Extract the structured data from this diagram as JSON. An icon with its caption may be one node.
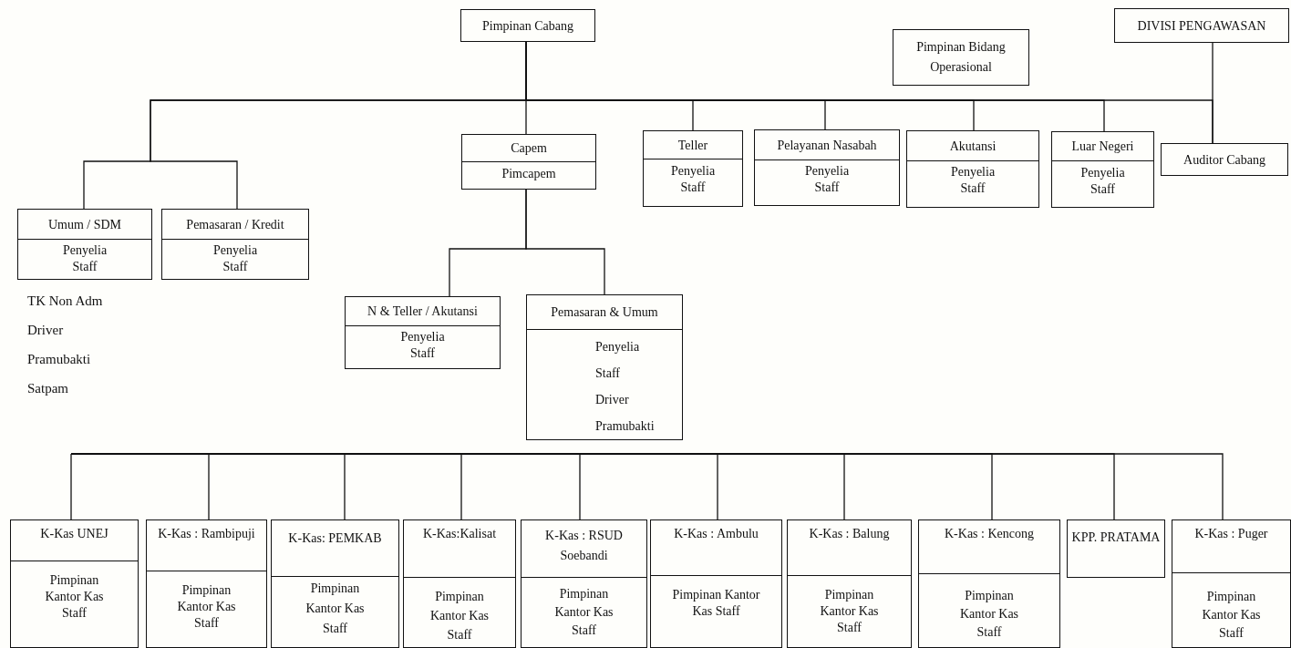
{
  "diagram": {
    "nodes": [
      {
        "text": [
          "Pimpinan Cabang"
        ]
      },
      {
        "text": [
          "Pimpinan Bidang Operasional"
        ]
      },
      {
        "text": [
          "DIVISI PENGAWASAN"
        ]
      },
      {
        "text": [
          "Umum / SDM",
          "Penyelia Staff"
        ]
      },
      {
        "text": [
          "Pemasaran / Kredit",
          "Penyelia Staff"
        ]
      },
      {
        "text": [
          "Capem",
          "Pimcapem"
        ]
      },
      {
        "text": [
          "Teller",
          "Penyelia Staff"
        ]
      },
      {
        "text": [
          "Pelayanan Nasabah",
          "Penyelia Staff"
        ]
      },
      {
        "text": [
          "Akutansi",
          "Penyelia Staff"
        ]
      },
      {
        "text": [
          "Luar Negeri",
          "Penyelia Staff"
        ]
      },
      {
        "text": [
          "Auditor Cabang"
        ]
      },
      {
        "text": [
          "N & Teller / Akutansi",
          "Penyelia Staff"
        ]
      },
      {
        "text": [
          "Pemasaran & Umum",
          "Penyelia Staff Driver Pramubakti"
        ]
      },
      {
        "text": [
          "K-Kas UNEJ",
          "Pimpinan Kantor Kas Staff"
        ]
      },
      {
        "text": [
          "K-Kas : Rambipuji",
          "Pimpinan Kantor Kas Staff"
        ]
      },
      {
        "text": [
          "K-Kas: PEMKAB",
          "Pimpinan Kantor Kas Staff"
        ]
      },
      {
        "text": [
          "K-Kas:Kalisat",
          "Pimpinan Kantor Kas Staff"
        ]
      },
      {
        "text": [
          "K-Kas : RSUD Soebandi",
          "Pimpinan Kantor Kas Staff"
        ]
      },
      {
        "text": [
          "K-Kas : Ambulu",
          "Pimpinan Kantor Kas Staff"
        ]
      },
      {
        "text": [
          "K-Kas : Balung",
          "Pimpinan Kantor Kas Staff"
        ]
      },
      {
        "text": [
          "K-Kas : Kencong",
          "Pimpinan Kantor Kas Staff"
        ]
      },
      {
        "text": [
          "KPP. PRATAMA"
        ]
      },
      {
        "text": [
          "K-Kas : Puger",
          "Pimpinan Kantor Kas Staff"
        ]
      }
    ],
    "edges": [
      {
        "from": 0,
        "to": 3,
        "arrow": "none"
      },
      {
        "from": 0,
        "to": 4,
        "arrow": "none"
      },
      {
        "from": 0,
        "to": 5,
        "arrow": "none"
      },
      {
        "from": 0,
        "to": 6,
        "arrow": "none"
      },
      {
        "from": 0,
        "to": 7,
        "arrow": "none"
      },
      {
        "from": 0,
        "to": 8,
        "arrow": "none"
      },
      {
        "from": 0,
        "to": 9,
        "arrow": "none"
      },
      {
        "from": 0,
        "to": 10,
        "arrow": "none"
      },
      {
        "from": 2,
        "to": 10,
        "arrow": "none"
      },
      {
        "from": 5,
        "to": 11,
        "arrow": "none"
      },
      {
        "from": 5,
        "to": 12,
        "arrow": "none"
      },
      {
        "from": null,
        "to": 13,
        "arrow": "none"
      },
      {
        "from": null,
        "to": 14,
        "arrow": "none"
      },
      {
        "from": null,
        "to": 15,
        "arrow": "none"
      },
      {
        "from": null,
        "to": 16,
        "arrow": "none"
      },
      {
        "from": null,
        "to": 17,
        "arrow": "none"
      },
      {
        "from": null,
        "to": 18,
        "arrow": "none"
      },
      {
        "from": null,
        "to": 19,
        "arrow": "none"
      },
      {
        "from": null,
        "to": 20,
        "arrow": "none"
      },
      {
        "from": null,
        "to": 21,
        "arrow": "none"
      },
      {
        "from": null,
        "to": 22,
        "arrow": "none"
      }
    ],
    "labels": [
      "TK Non Adm",
      "Driver",
      "Pramubakti",
      "Satpam"
    ]
  }
}
